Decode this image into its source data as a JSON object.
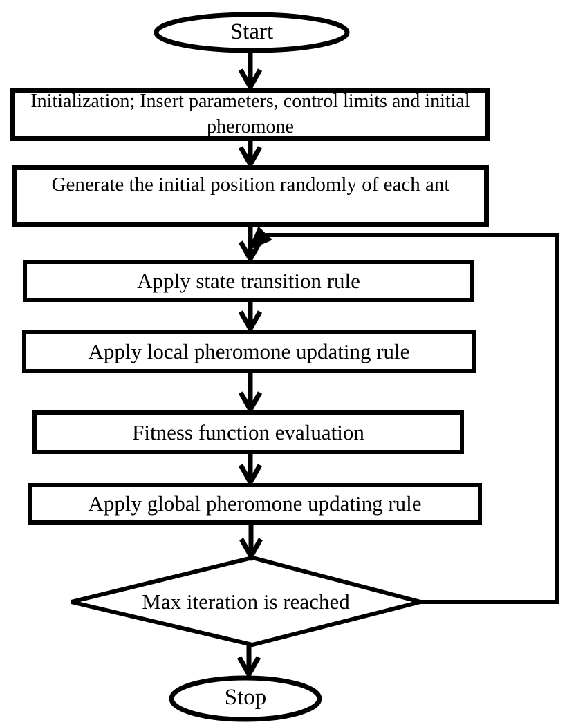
{
  "flowchart": {
    "background_color": "#ffffff",
    "stroke_color": "#000000",
    "fill_color": "#ffffff",
    "nodes": [
      {
        "id": "start",
        "type": "terminator",
        "label": "Start"
      },
      {
        "id": "initialization",
        "type": "process",
        "label": "Initialization; Insert parameters, control limits and initial pheromone"
      },
      {
        "id": "generate-initial-position",
        "type": "process",
        "label": "Generate the initial position randomly of each ant"
      },
      {
        "id": "state-transition",
        "type": "process",
        "label": "Apply state transition rule"
      },
      {
        "id": "local-pheromone-update",
        "type": "process",
        "label": "Apply local pheromone updating rule"
      },
      {
        "id": "fitness-evaluation",
        "type": "process",
        "label": "Fitness function evaluation"
      },
      {
        "id": "global-pheromone-update",
        "type": "process",
        "label": "Apply global pheromone updating rule"
      },
      {
        "id": "max-iteration-check",
        "type": "decision",
        "label": "Max iteration is reached"
      },
      {
        "id": "stop",
        "type": "terminator",
        "label": "Stop"
      }
    ],
    "edges": [
      {
        "from": "start",
        "to": "initialization"
      },
      {
        "from": "initialization",
        "to": "generate-initial-position"
      },
      {
        "from": "generate-initial-position",
        "to": "state-transition"
      },
      {
        "from": "state-transition",
        "to": "local-pheromone-update"
      },
      {
        "from": "local-pheromone-update",
        "to": "fitness-evaluation"
      },
      {
        "from": "fitness-evaluation",
        "to": "global-pheromone-update"
      },
      {
        "from": "global-pheromone-update",
        "to": "max-iteration-check"
      },
      {
        "from": "max-iteration-check",
        "to": "stop"
      },
      {
        "from": "max-iteration-check",
        "to": "state-transition",
        "kind": "loop-back"
      }
    ]
  }
}
